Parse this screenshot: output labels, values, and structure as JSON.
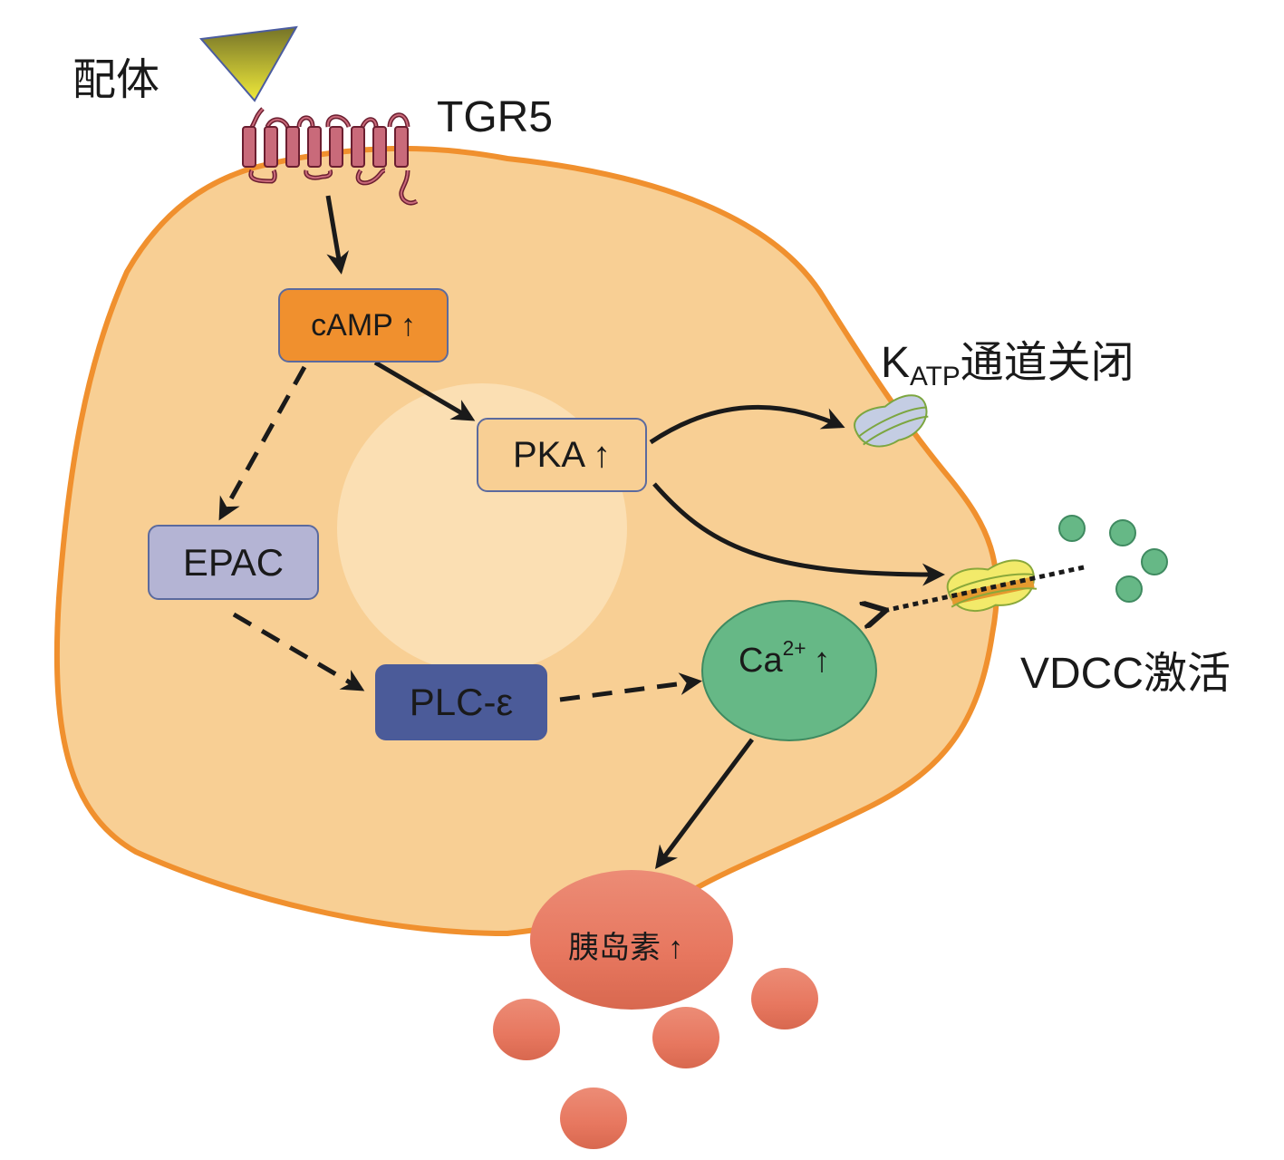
{
  "diagram": {
    "type": "signaling-pathway",
    "labels": {
      "ligand": "配体",
      "receptor": "TGR5",
      "katp_main": "K",
      "katp_sub": "ATP",
      "katp_suffix": "通道关闭",
      "vdcc": "VDCC激活"
    },
    "nodes": {
      "camp": {
        "label": "cAMP",
        "arrow": "↑",
        "color": "#f0902e"
      },
      "pka": {
        "label": "PKA",
        "arrow": "↑",
        "color": "#f8cf94"
      },
      "epac": {
        "label": "EPAC",
        "arrow": "",
        "color": "#b4b4d4"
      },
      "plc": {
        "label": "PLC-ε",
        "arrow": "",
        "color": "#4b5b99"
      },
      "calcium": {
        "label": "Ca",
        "sup": "2+",
        "arrow": "↑",
        "color": "#66b886"
      },
      "insulin": {
        "label": "胰岛素",
        "arrow": "↑",
        "color": "#e8735e"
      }
    },
    "edges": [
      {
        "from": "TGR5",
        "to": "cAMP",
        "style": "solid"
      },
      {
        "from": "cAMP",
        "to": "PKA",
        "style": "solid"
      },
      {
        "from": "cAMP",
        "to": "EPAC",
        "style": "dashed"
      },
      {
        "from": "EPAC",
        "to": "PLC-ε",
        "style": "dashed"
      },
      {
        "from": "PLC-ε",
        "to": "Ca2+",
        "style": "dashed"
      },
      {
        "from": "PKA",
        "to": "KATP channel",
        "style": "solid"
      },
      {
        "from": "PKA",
        "to": "VDCC",
        "style": "solid"
      },
      {
        "from": "VDCC",
        "to": "Ca2+",
        "style": "dotted"
      },
      {
        "from": "Ca2+",
        "to": "胰岛素",
        "style": "solid"
      }
    ],
    "colors": {
      "cell_fill": "#f8cf94",
      "cell_border": "#f0902e",
      "nucleus": "#fbdfb3",
      "receptor": "#c96a7a",
      "ligand_top": "#7a7a2e",
      "ligand_bottom": "#f0ea3a",
      "katp_channel": "#c4cde3",
      "vdcc_channel": "#f2ea6a",
      "calcium_ion": "#66b886",
      "insulin_granule": "#e8735e"
    }
  }
}
